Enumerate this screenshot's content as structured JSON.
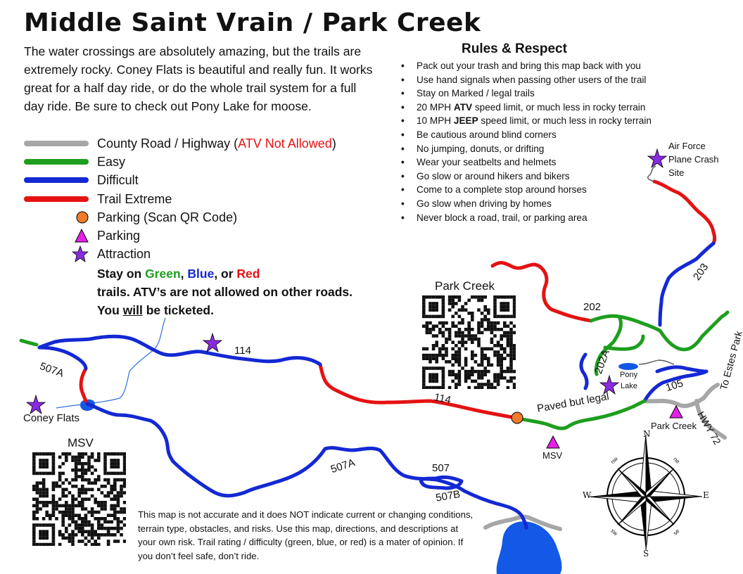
{
  "title": "Middle Saint Vrain / Park Creek",
  "intro": "The water crossings are absolutely amazing, but the trails are extremely rocky. Coney Flats is beautiful and really fun. It works great for a half day ride, or do the whole trail system for a full day ride. Be sure to check out Pony Lake for moose.",
  "legend": {
    "county_road": "County Road / Highway (",
    "atv_not_allowed": "ATV Not Allowed",
    "county_road_close": ")",
    "easy": "Easy",
    "difficult": "Difficult",
    "extreme": "Trail Extreme",
    "parking_qr": "Parking (Scan QR Code)",
    "parking": "Parking",
    "attraction": "Attraction"
  },
  "warning": {
    "prefix": "Stay on ",
    "green": "Green",
    "sep1": ", ",
    "blue": "Blue",
    "sep2": ", or ",
    "red": "Red",
    "line2": "trails. ATV’s are not allowed on other roads.",
    "line3a": "You ",
    "line3b": "will",
    "line3c": " be ticketed."
  },
  "rules_title": "Rules & Respect",
  "rules": [
    {
      "a": "Pack out your trash and bring this map back with you",
      "b": "",
      "c": ""
    },
    {
      "a": "Use hand signals when passing other users of the trail",
      "b": "",
      "c": ""
    },
    {
      "a": "Stay on Marked / legal trails",
      "b": "",
      "c": ""
    },
    {
      "a": "20 MPH ",
      "b": "ATV",
      "c": " speed limit, or much less in rocky terrain"
    },
    {
      "a": "10 MPH ",
      "b": "JEEP",
      "c": " speed limit, or much less in rocky terrain"
    },
    {
      "a": "Be cautious around blind corners",
      "b": "",
      "c": ""
    },
    {
      "a": "No jumping, donuts, or drifting",
      "b": "",
      "c": ""
    },
    {
      "a": "Wear your seatbelts and helmets",
      "b": "",
      "c": ""
    },
    {
      "a": "Go slow or around hikers and bikers",
      "b": "",
      "c": ""
    },
    {
      "a": "Come to a complete stop around horses",
      "b": "",
      "c": ""
    },
    {
      "a": "Go slow when driving by homes",
      "b": "",
      "c": ""
    },
    {
      "a": "Never block a road, trail, or parking area",
      "b": "",
      "c": ""
    }
  ],
  "map_labels": {
    "park_creek_qr": "Park Creek",
    "msv_qr": "MSV",
    "air_force_1": "Air Force",
    "air_force_2": "Plane Crash",
    "air_force_3": "Site",
    "coney_flats": "Coney Flats",
    "pony_lake_1": "Pony",
    "pony_lake_2": "Lake",
    "park_creek": "Park Creek",
    "msv": "MSV",
    "paved": "Paved but legal",
    "to_estes_park": "To Estes Park",
    "hwy72": "HWY 72",
    "r114a": "114",
    "r114b": "114",
    "r507a_left": "507A",
    "r507a": "507A",
    "r507": "507",
    "r507b": "507B",
    "r202": "202",
    "r202a": "202A",
    "r203": "203",
    "r105": "105"
  },
  "compass": {
    "n": "N",
    "s": "S",
    "e": "E",
    "w": "W",
    "ne": "ne",
    "nw": "nw",
    "se": "se",
    "sw": "sw"
  },
  "disclaimer": "This map is not accurate and it does NOT indicate current or changing conditions, terrain type, obstacles, and risks. Use this map, directions, and descriptions at your own risk. Trail rating / difficulty (green, blue, or red) is a mater of opinion. If you don’t feel safe, don’t ride.",
  "colors": {
    "county": "#a6a6a6",
    "easy": "#1e9e1e",
    "difficult": "#1428d4",
    "extreme": "#e41212",
    "parking_qr": "#f07b2a",
    "parking": "#e620e6",
    "attraction": "#8a2be2",
    "water": "#1458e6"
  }
}
